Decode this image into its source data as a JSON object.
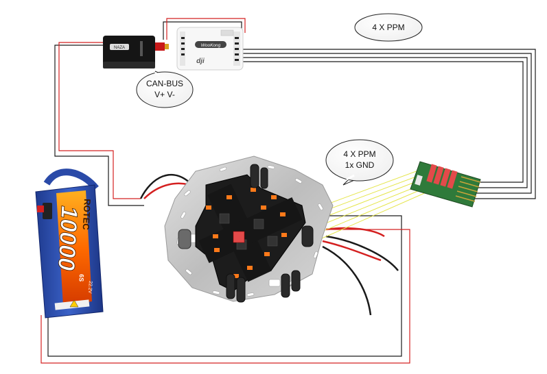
{
  "labels": {
    "ppm_top": "4 X PPM",
    "canbus_line1": "CAN-BUS",
    "canbus_line2": "V+ V-",
    "ppm_gnd_line1": "4 X PPM",
    "ppm_gnd_line2": "1x GND"
  },
  "battery": {
    "capacity": "10000",
    "brand": "ROTEC",
    "cells": "6S",
    "voltage": "22.2V"
  },
  "devices": {
    "pmu_brand": "NAZA",
    "fc_brand": "WooKong",
    "fc_logo": "dji"
  },
  "colors": {
    "wire_black": "#1a1a1a",
    "wire_red": "#d42020",
    "wire_yellow": "#e8e84a",
    "pcb": "#1a1a1a",
    "frame": "#c9c9c9",
    "battery_blue": "#2a4aa8",
    "battery_orange": "#ff7a10",
    "connector_red": "#e34a4a",
    "board_green": "#2f7a3a"
  }
}
